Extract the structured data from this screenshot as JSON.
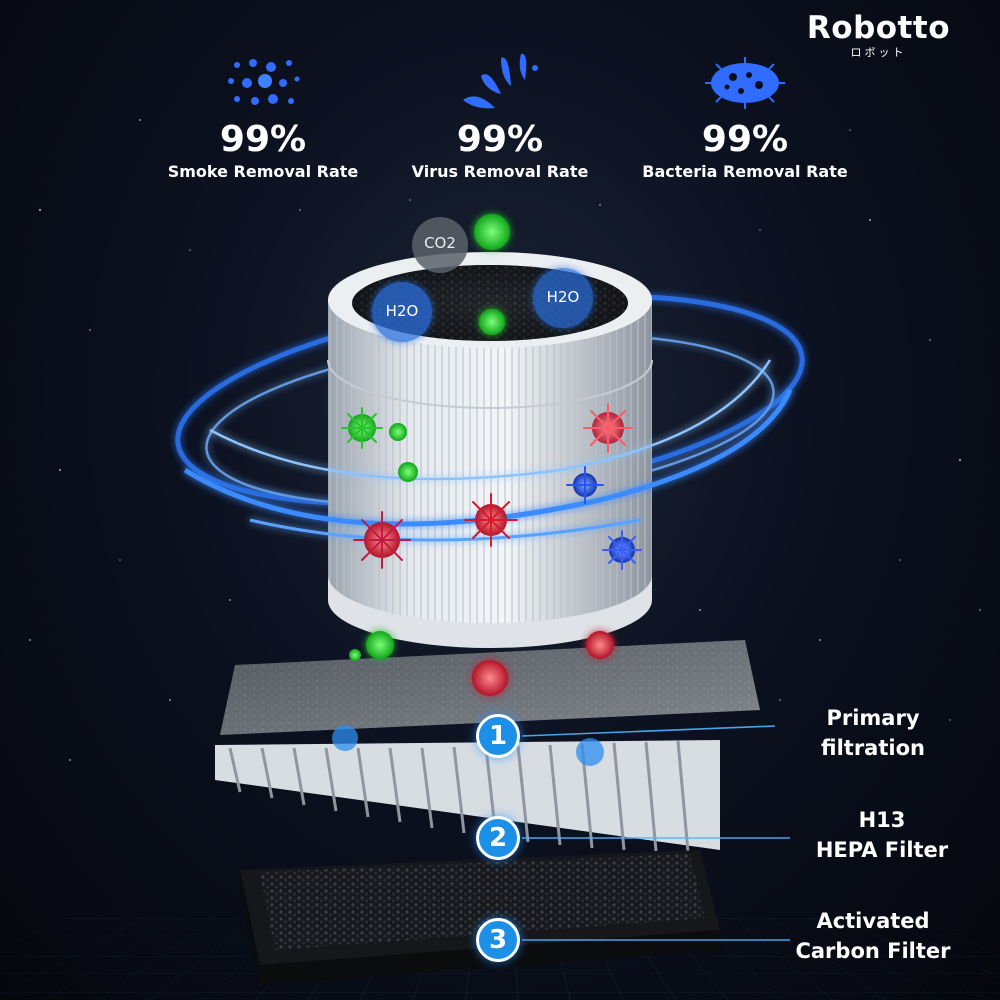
{
  "brand": {
    "name": "Robotto",
    "subtitle": "ロボット"
  },
  "stats": [
    {
      "value": "99%",
      "label": "Smoke Removal Rate",
      "icon": "smoke-particles-icon"
    },
    {
      "value": "99%",
      "label": "Virus Removal Rate",
      "icon": "spray-droplets-icon"
    },
    {
      "value": "99%",
      "label": "Bacteria Removal Rate",
      "icon": "bacteria-icon"
    }
  ],
  "molecules": {
    "co2": "CO2",
    "h2o": "H2O"
  },
  "layers": [
    {
      "number": "1",
      "line1": "Primary",
      "line2": "filtration"
    },
    {
      "number": "2",
      "line1": "H13",
      "line2": "HEPA Filter"
    },
    {
      "number": "3",
      "line1": "Activated",
      "line2": "Carbon Filter"
    }
  ],
  "colors": {
    "accent": "#1c8fe6",
    "swirl": "#2f7bff",
    "background": "#0b101c"
  }
}
